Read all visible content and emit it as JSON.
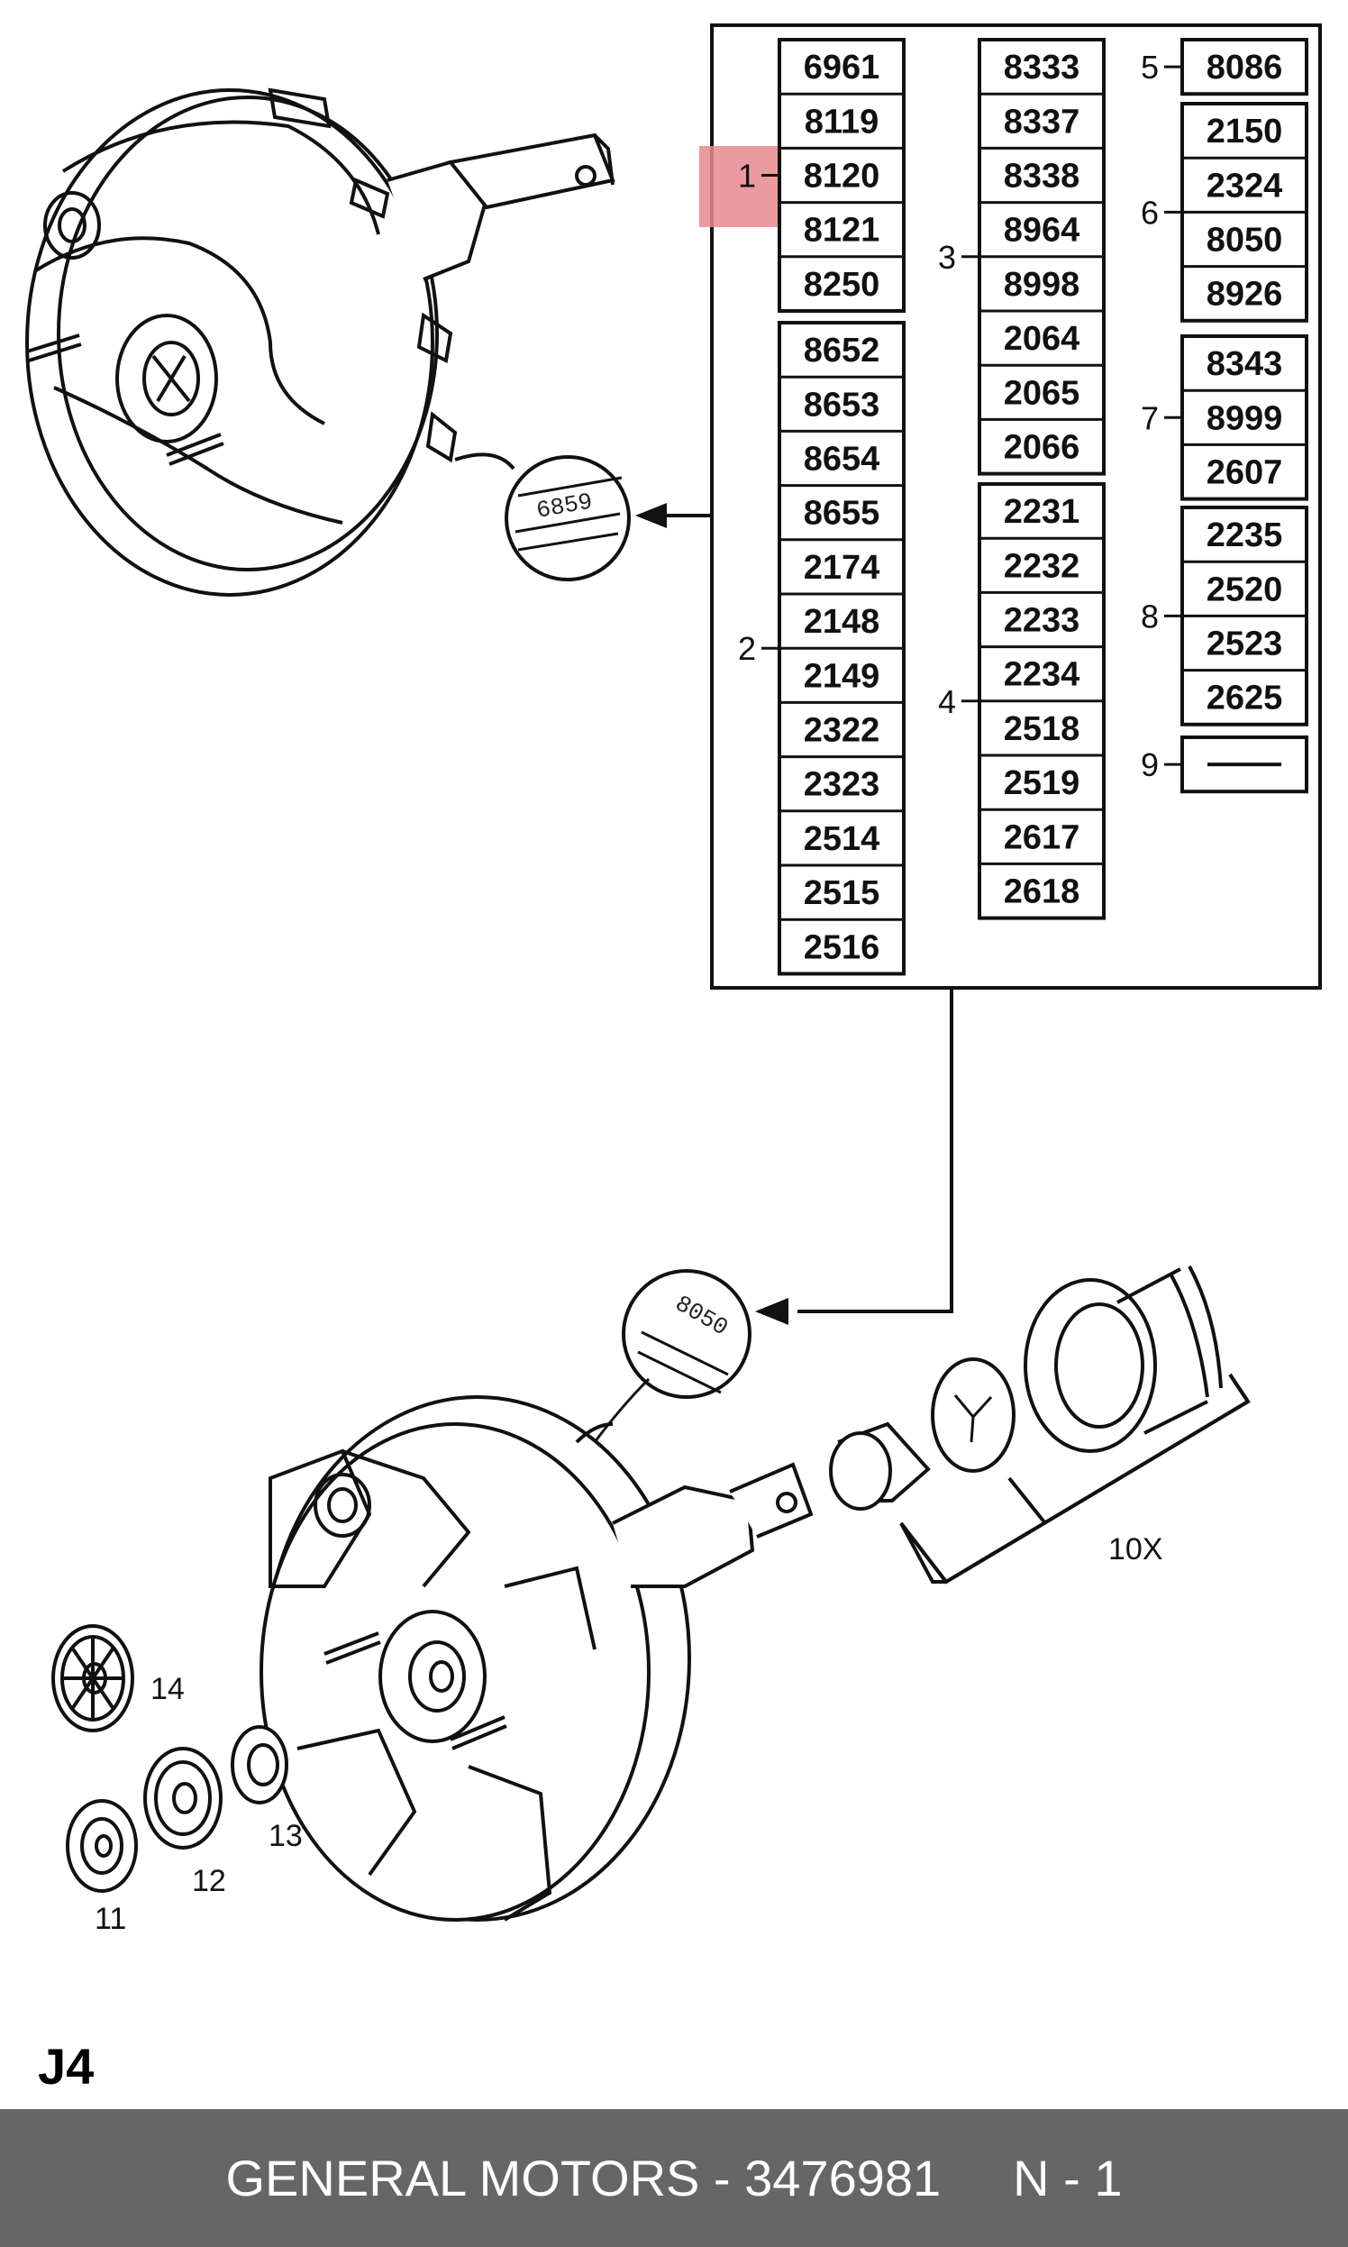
{
  "groups": [
    {
      "num": "1",
      "codes": [
        "6961",
        "8119",
        "8120",
        "8121",
        "8250"
      ]
    },
    {
      "num": "2",
      "codes": [
        "8652",
        "8653",
        "8654",
        "8655",
        "2174",
        "2148",
        "2149",
        "2322",
        "2323",
        "2514",
        "2515",
        "2516"
      ]
    },
    {
      "num": "3",
      "codes": [
        "8333",
        "8337",
        "8338",
        "8964",
        "8998",
        "2064",
        "2065",
        "2066"
      ]
    },
    {
      "num": "4",
      "codes": [
        "2231",
        "2232",
        "2233",
        "2234",
        "2518",
        "2519",
        "2617",
        "2618"
      ]
    },
    {
      "num": "5",
      "codes": [
        "8086"
      ]
    },
    {
      "num": "6",
      "codes": [
        "2150",
        "2324",
        "8050",
        "8926"
      ]
    },
    {
      "num": "7",
      "codes": [
        "8343",
        "8999",
        "2607"
      ]
    },
    {
      "num": "8",
      "codes": [
        "2235",
        "2520",
        "2523",
        "2625"
      ]
    },
    {
      "num": "9",
      "codes": []
    }
  ],
  "highlight_group": "1",
  "stamps": {
    "top": "6859",
    "bottom": "8050"
  },
  "callouts": {
    "c14": "14",
    "c13": "13",
    "c12": "12",
    "c11": "11",
    "kit": "10X"
  },
  "reference": "J4",
  "footer": {
    "brand": "GENERAL MOTORS",
    "separator": "-",
    "part": "3476981",
    "suffix": "N - 1"
  },
  "colors": {
    "highlight": "#e88a8f",
    "footer_bg": "#666666",
    "line": "#111111"
  }
}
